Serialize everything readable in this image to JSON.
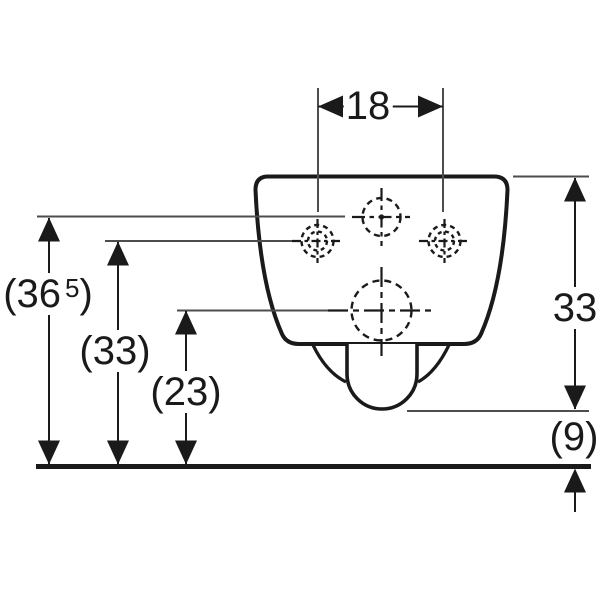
{
  "colors": {
    "ink": "#1a1a1a",
    "thin_line": "#4d4d4d",
    "background": "#ffffff"
  },
  "dimensions": {
    "hole_spacing": {
      "label": "18"
    },
    "supply_height": {
      "prefix": "(36",
      "sup": "5",
      "suffix": ")"
    },
    "fixing_height": {
      "label": "(33)"
    },
    "outlet_center_height": {
      "label": "(23)"
    },
    "body_height": {
      "label": "33"
    },
    "outlet_bottom_clearance": {
      "label": "(9)"
    }
  }
}
